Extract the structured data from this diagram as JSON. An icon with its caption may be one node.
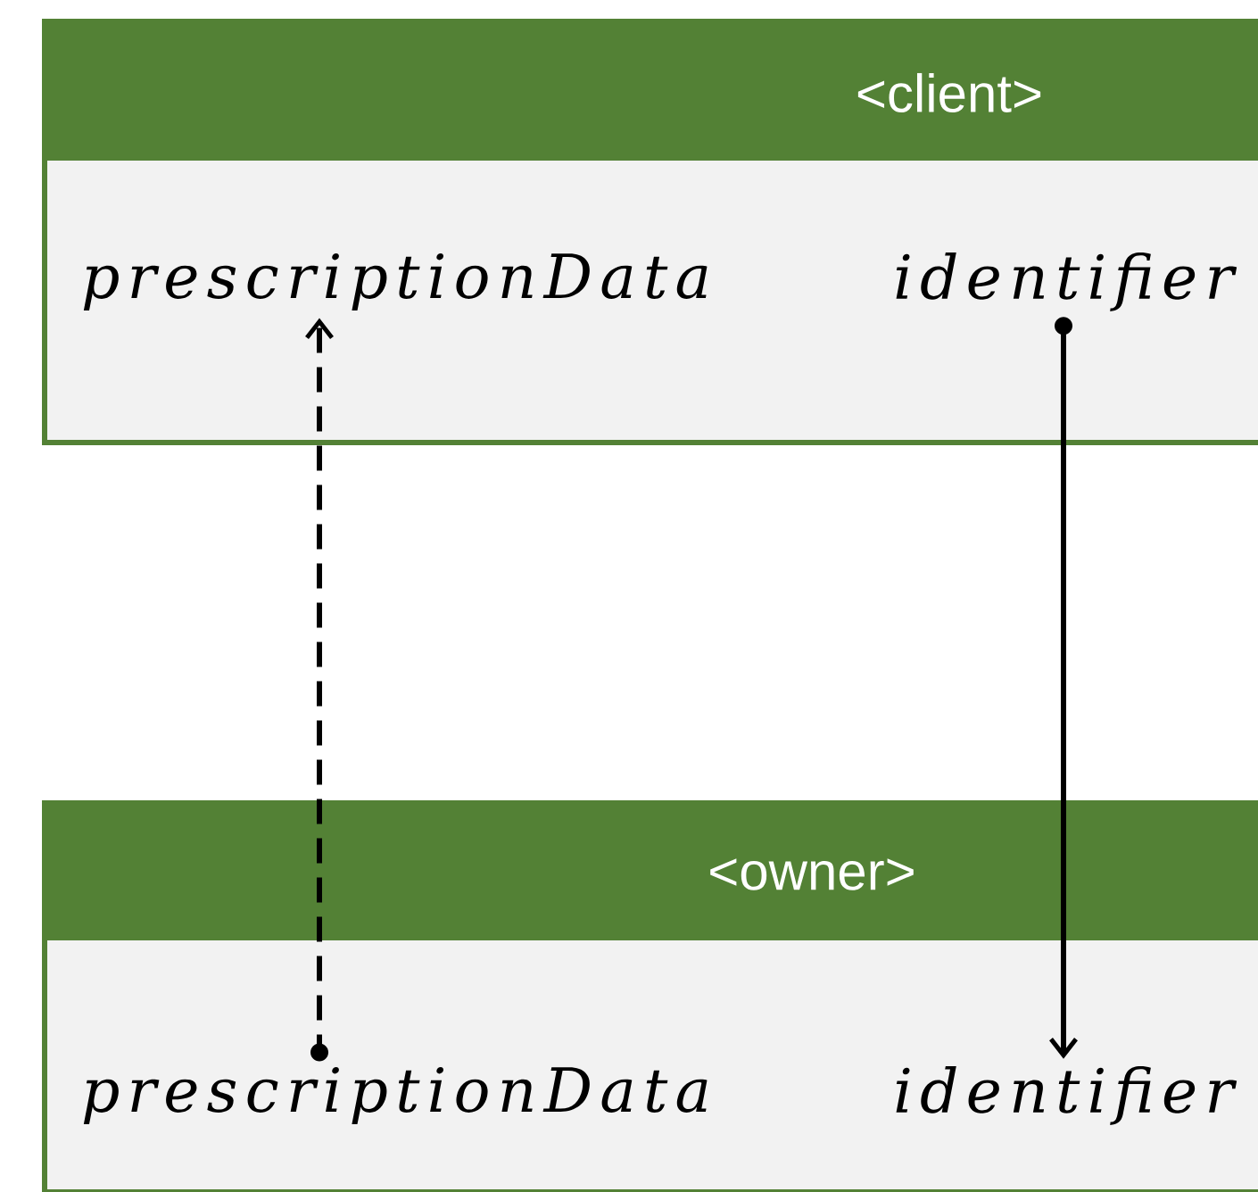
{
  "diagram": {
    "nodes": [
      {
        "text": [
          "<client>"
        ]
      },
      {
        "text": [
          "prescriptionData"
        ],
        "in": 0
      },
      {
        "text": [
          "identifier"
        ],
        "in": 0
      },
      {
        "text": [
          "<owner>"
        ]
      },
      {
        "text": [
          "prescriptionData"
        ],
        "in": 3
      },
      {
        "text": [
          "identifier"
        ],
        "in": 3
      }
    ],
    "edges": [
      {
        "from": 4,
        "to": 1,
        "arrow": "to",
        "style": "dashed"
      },
      {
        "from": 2,
        "to": 5,
        "arrow": "to"
      }
    ]
  }
}
